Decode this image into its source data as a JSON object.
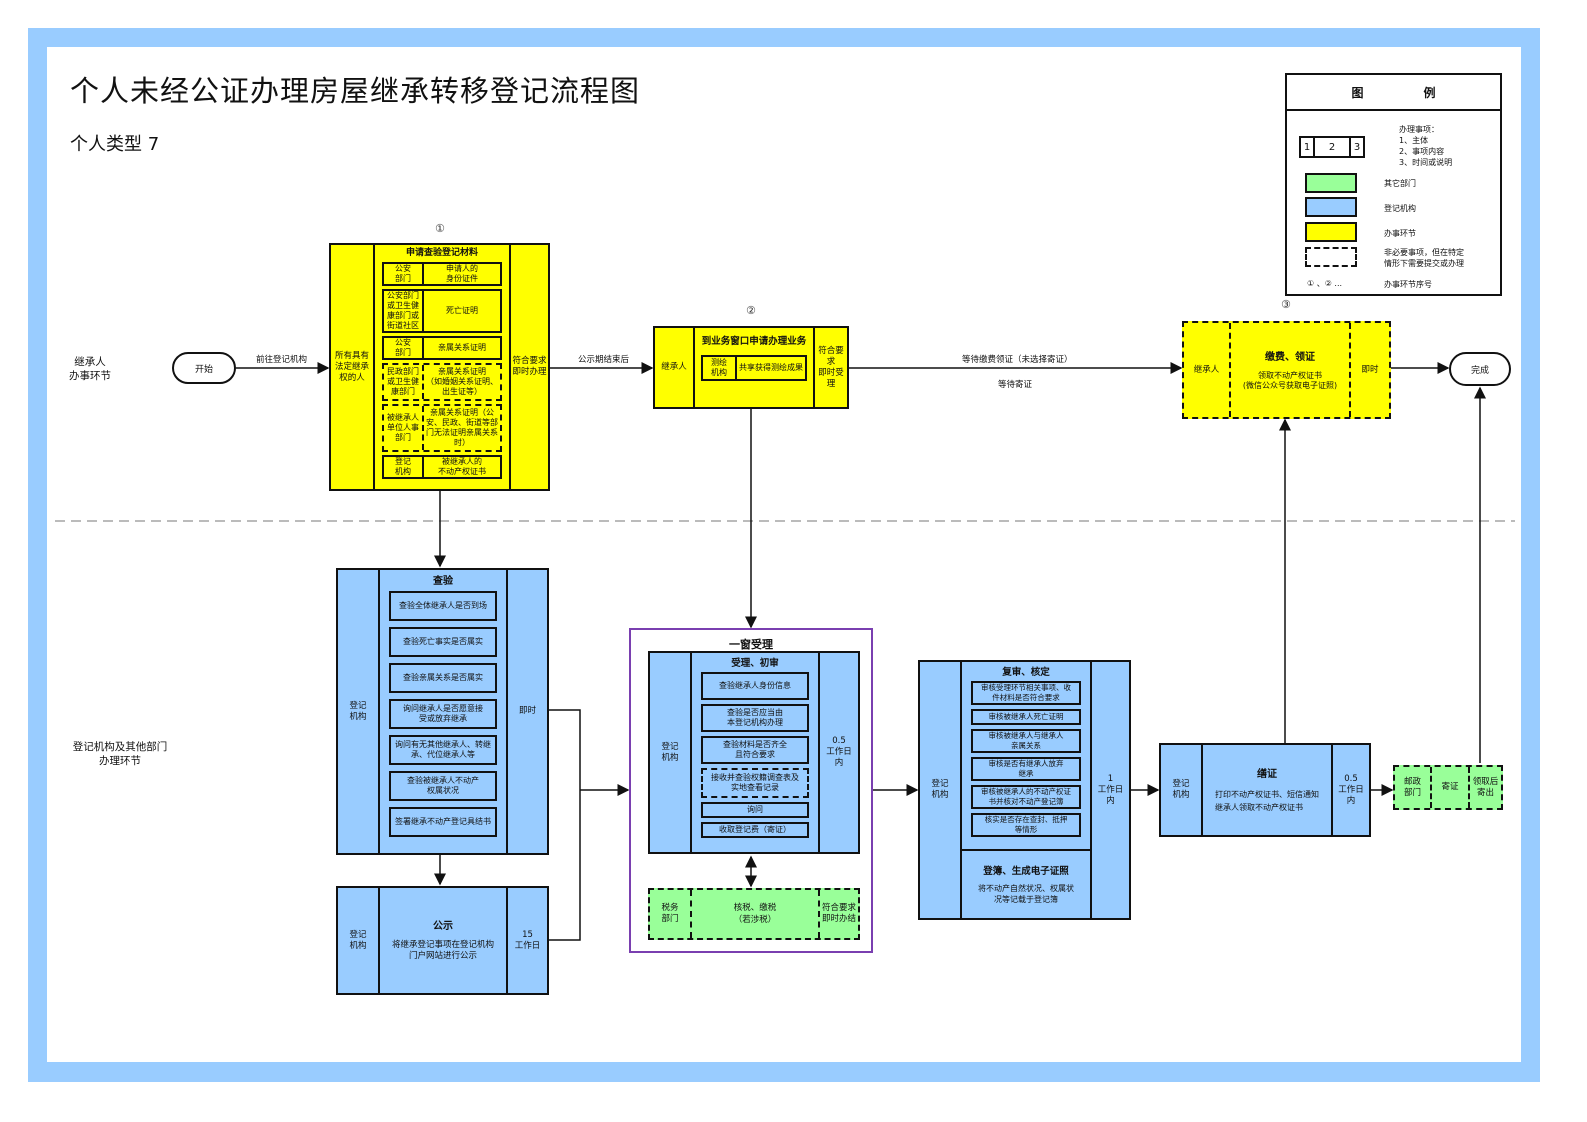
{
  "title": "个人未经公证办理房屋继承转移登记流程图",
  "subtitle": "个人类型   7",
  "colors": {
    "frame": "#99ccff",
    "yellow": "#ffff00",
    "blue": "#99ccff",
    "green": "#99ff99",
    "window_border": "#7a3fb0"
  },
  "lanes": {
    "top": "继承人\n办事环节",
    "bottom": "登记机构及其他部门\n办理环节"
  },
  "legend": {
    "title_left": "图",
    "title_right": "例",
    "sample": [
      "1",
      "2",
      "3"
    ],
    "sample_desc": "办理事项：\n1、主体\n2、事项内容\n3、时间或说明",
    "green": "其它部门",
    "blue": "登记机构",
    "yellow": "办事环节",
    "dashed": "非必要事项，但在特定\n情形下需要提交或办理",
    "seq_symbol": "① 、② ...",
    "seq_desc": "办事环节序号"
  },
  "start": "开始",
  "finish": "完成",
  "edges": {
    "to_registry": "前往登记机构",
    "after_publicity": "公示期结束后",
    "wait_fee": "等待缴费领证（未选择寄证）",
    "wait_mail": "等待寄证"
  },
  "step1": {
    "num": "①",
    "actor": "所有具有\n法定继承\n权的人",
    "title": "申请查验登记材料",
    "time": "符合要求\n即时办理",
    "materials": [
      {
        "source": "公安\n部门",
        "doc": "申请人的\n身份证件",
        "optional": false
      },
      {
        "source": "公安部门\n或卫生健\n康部门或\n街道社区",
        "doc": "死亡证明",
        "optional": false
      },
      {
        "source": "公安\n部门",
        "doc": "亲属关系证明",
        "optional": false
      },
      {
        "source": "民政部门\n或卫生健\n康部门",
        "doc": "亲属关系证明\n（如婚姻关系证明、\n出生证等）",
        "optional": true
      },
      {
        "source": "被继承人\n单位人事\n部门",
        "doc": "亲属关系证明（公\n安、民政、街道等部\n门无法证明亲属关系\n时）",
        "optional": true
      },
      {
        "source": "登记\n机构",
        "doc": "被继承人的\n不动产权证书",
        "optional": false
      }
    ]
  },
  "step2": {
    "num": "②",
    "actor": "继承人",
    "title": "到业务窗口申请办理业务",
    "sub_source": "测绘\n机构",
    "sub_doc": "共享获得测绘成果",
    "time": "符合要求\n即时受理"
  },
  "step3": {
    "num": "③",
    "actor": "继承人",
    "title": "缴费、领证",
    "desc": "领取不动产权证书\n(微信公众号获取电子证照)",
    "time": "即时"
  },
  "inspect": {
    "actor": "登记\n机构",
    "title": "查验",
    "time": "即时",
    "items": [
      "查验全体继承人是否到场",
      "查验死亡事实是否属实",
      "查验亲属关系是否属实",
      "询问继承人是否愿意接\n受或放弃继承",
      "询问有无其他继承人、转继\n承、代位继承人等",
      "查验被继承人不动产\n权属状况",
      "签署继承不动产登记具结书"
    ]
  },
  "publicity": {
    "actor": "登记\n机构",
    "title": "公示",
    "desc": "将继承登记事项在登记机构\n门户网站进行公示",
    "time": "15\n工作日"
  },
  "one_window": {
    "title": "一窗受理",
    "accept": {
      "actor": "登记\n机构",
      "title": "受理、初审",
      "time": "0.5\n工作日\n内",
      "items": [
        {
          "text": "查验继承人身份信息",
          "optional": false
        },
        {
          "text": "查验是否应当由\n本登记机构办理",
          "optional": false
        },
        {
          "text": "查验材料是否齐全\n且符合要求",
          "optional": false
        },
        {
          "text": "接收并查验权籍调查表及\n实地查看记录",
          "optional": true
        },
        {
          "text": "询问",
          "optional": false
        },
        {
          "text": "收取登记费（寄证）",
          "optional": false
        }
      ]
    },
    "tax": {
      "actor": "税务\n部门",
      "title": "核税、缴税\n（若涉税）",
      "time": "符合要求\n即时办结"
    }
  },
  "review": {
    "actor": "登记\n机构",
    "title": "复审、核定",
    "time": "1\n工作日\n内",
    "items": [
      "审核受理环节相关事项、收\n件材料是否符合要求",
      "审核被继承人死亡证明",
      "审核被继承人与继承人\n亲属关系",
      "审核是否有继承人放弃\n继承",
      "审核被继承人的不动产权证\n书并核对不动产登记簿",
      "核实是否存在查封、抵押\n等情形"
    ],
    "register_title": "登簿、生成电子证照",
    "register_desc": "将不动产自然状况、权属状\n况等记载于登记簿"
  },
  "issue": {
    "actor": "登记\n机构",
    "title": "缮证",
    "desc": "打印不动产权证书、短信通知\n继承人领取不动产权证书",
    "time": "0.5\n工作日\n内"
  },
  "post": {
    "actor": "邮政\n部门",
    "title": "寄证",
    "time": "领取后\n寄出"
  }
}
